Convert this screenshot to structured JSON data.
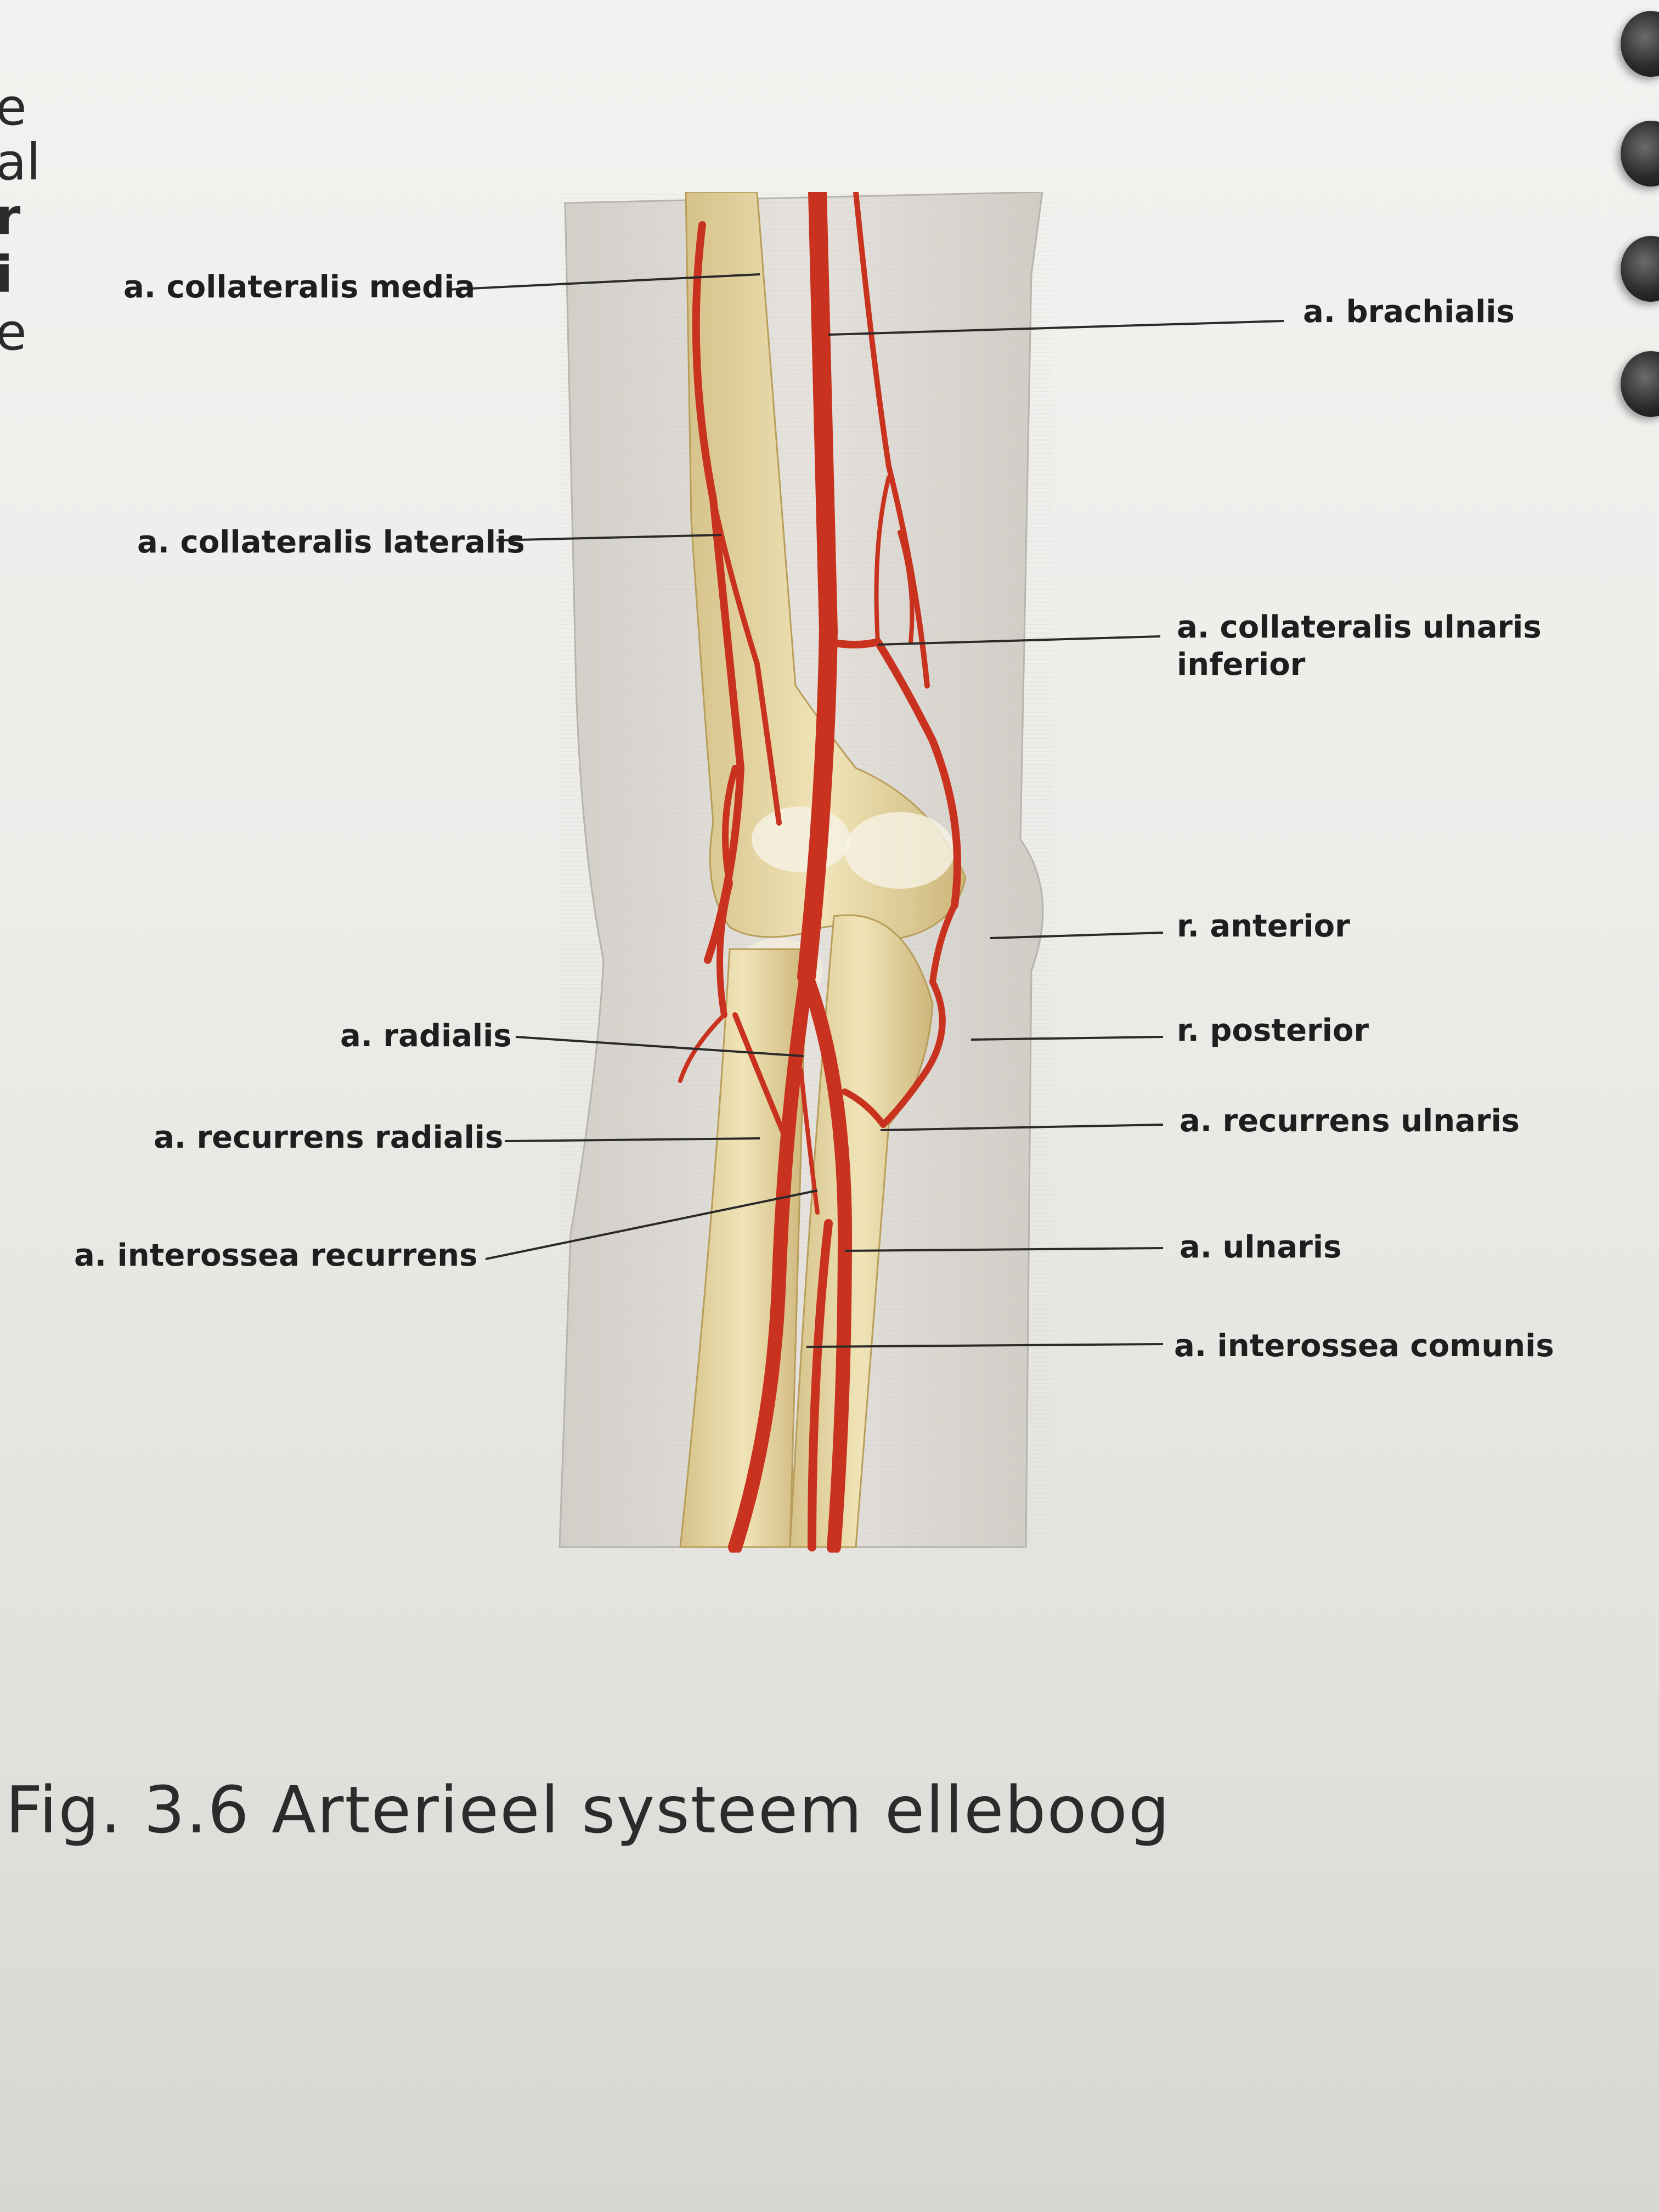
{
  "margin_fragments": [
    "e",
    "al",
    "r",
    "i",
    "e"
  ],
  "figure": {
    "labels": {
      "collateralis_media": "a. collateralis media",
      "brachialis": "a. brachialis",
      "collateralis_lateralis": "a. collateralis lateralis",
      "collateralis_ulnaris_line1": "a. collateralis ulnaris",
      "collateralis_ulnaris_line2": "inferior",
      "r_anterior": "r. anterior",
      "radialis": "a. radialis",
      "r_posterior": "r. posterior",
      "recurrens_ulnaris": "a. recurrens ulnaris",
      "recurrens_radialis": "a. recurrens radialis",
      "interossea_recurrens": "a. interossea recurrens",
      "ulnaris": "a. ulnaris",
      "interossea_comunis": "a. interossea comunis"
    },
    "colors": {
      "artery": "#c8321e",
      "bone": "#e8d9a6",
      "skin": "#d9d6d0",
      "leader": "#2a2a2a"
    }
  },
  "caption": "Fig. 3.6 Arterieel systeem elleboog"
}
